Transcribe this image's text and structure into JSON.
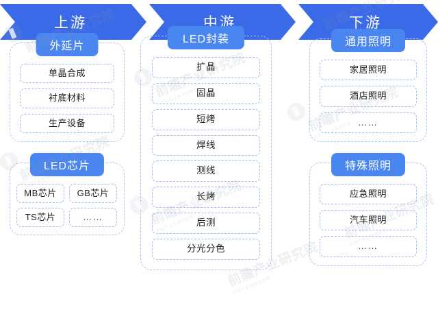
{
  "banner": {
    "segments": [
      {
        "label": "上游"
      },
      {
        "label": "中游"
      },
      {
        "label": "下游"
      }
    ]
  },
  "colors": {
    "banner_blue": "#3b6ae8",
    "pill_blue": "#4a86f0",
    "dashed_border": "#a8c6f5",
    "item_border": "#9dbdf2",
    "background": "#ffffff",
    "text": "#1d1d1d"
  },
  "columns": [
    {
      "stage": "上游",
      "groups": [
        {
          "header": "外延片",
          "layout": "list",
          "items": [
            "单晶合成",
            "衬底材料",
            "生产设备"
          ]
        },
        {
          "header": "LED芯片",
          "layout": "grid2",
          "items": [
            "MB芯片",
            "GB芯片",
            "TS芯片",
            "……"
          ]
        }
      ]
    },
    {
      "stage": "中游",
      "groups": [
        {
          "header": "LED封装",
          "layout": "list",
          "items": [
            "扩晶",
            "固晶",
            "短烤",
            "焊线",
            "测线",
            "长烤",
            "后测",
            "分光分色"
          ]
        }
      ]
    },
    {
      "stage": "下游",
      "groups": [
        {
          "header": "通用照明",
          "layout": "list",
          "items": [
            "家居照明",
            "酒店照明",
            "……"
          ]
        },
        {
          "header": "特殊照明",
          "layout": "list",
          "items": [
            "应急照明",
            "汽车照明",
            "……"
          ]
        }
      ]
    }
  ],
  "watermark": {
    "main": "前瞻产业研究院",
    "sub": "中国产业咨询领跑者"
  }
}
